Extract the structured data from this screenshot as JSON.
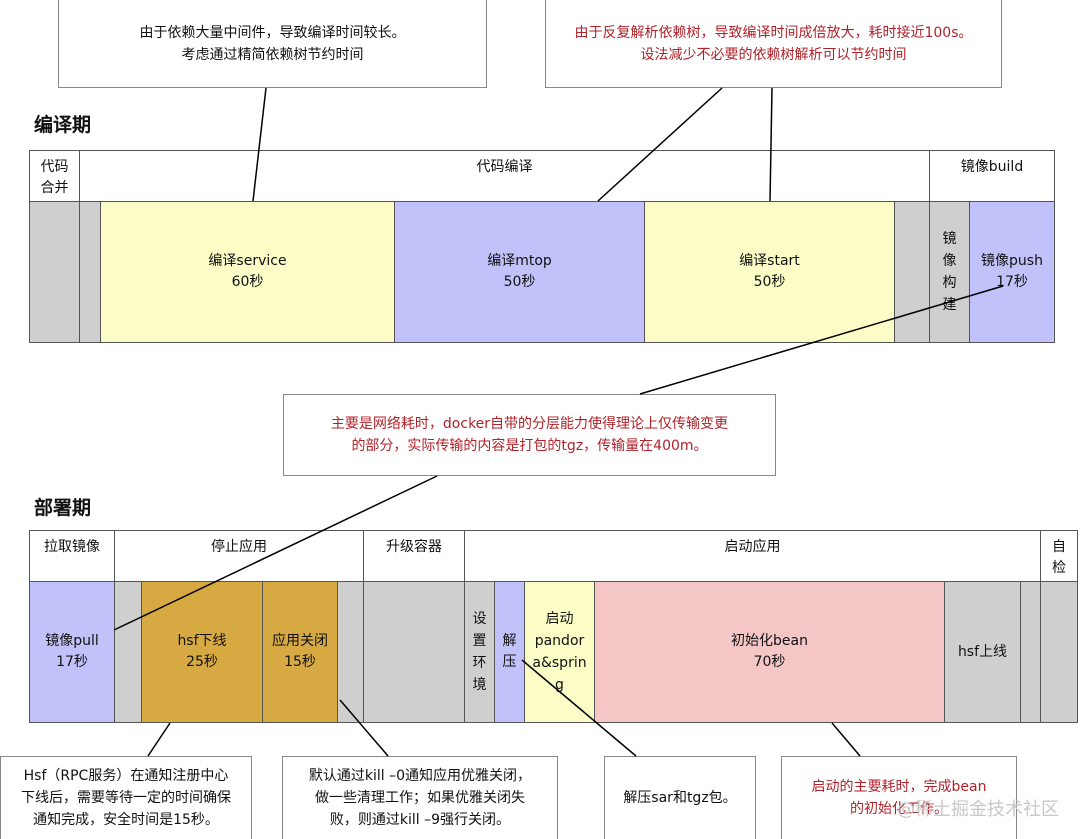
{
  "notes": {
    "compile_left": "由于依赖大量中间件，导致编译时间较长。\n考虑通过精简依赖树节约时间",
    "compile_right": "由于反复解析依赖树，导致编译时间成倍放大，耗时接近100s。\n设法减少不必要的依赖树解析可以节约时间",
    "network": "主要是网络耗时，docker自带的分层能力使得理论上仅传输变更\n的部分，实际传输的内容是打包的tgz，传输量在400m。",
    "hsf": "Hsf（RPC服务）在通知注册中心\n下线后，需要等待一定的时间确保\n通知完成，安全时间是15秒。",
    "kill": "默认通过kill –0通知应用优雅关闭，\n做一些清理工作；如果优雅关闭失\n败，则通过kill –9强行关闭。",
    "unzip": "解压sar和tgz包。",
    "bean": "启动的主要耗时，完成bean\n的初始化工作。"
  },
  "compile": {
    "title": "编译期",
    "headers": {
      "merge": "代码\n合并",
      "compile": "代码编译",
      "image": "镜像build"
    },
    "blocks": {
      "service": "编译service\n60秒",
      "mtop": "编译mtop\n50秒",
      "start": "编译start\n50秒",
      "build": "镜\n像\n构\n建",
      "push": "镜像push\n17秒"
    }
  },
  "deploy": {
    "title": "部署期",
    "headers": {
      "pull": "拉取镜像",
      "stop": "停止应用",
      "upgrade": "升级容器",
      "start": "启动应用",
      "check": "自\n检"
    },
    "blocks": {
      "pull": "镜像pull\n17秒",
      "hsf_off": "hsf下线\n25秒",
      "app_close": "应用关闭\n15秒",
      "env": "设\n置\n环\n境",
      "unzip": "解\n压",
      "pandora": "启动\npandor\na&sprin\ng",
      "bean": "初始化bean\n70秒",
      "hsf_on": "hsf上线"
    }
  },
  "watermark": "@稀土掘金技术社区",
  "colors": {
    "red_text": "#b1222a",
    "gray": "#cfcfcf",
    "yellow": "#fbfcc6",
    "purple": "#c2c2fa",
    "gold": "#d7a943",
    "pink": "#f4c6c6"
  }
}
